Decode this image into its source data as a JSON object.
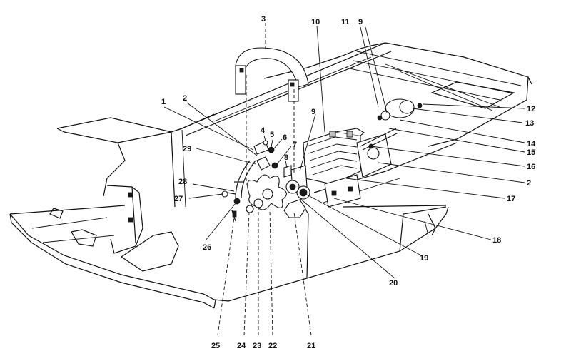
{
  "callouts": [
    {
      "id": "c1",
      "text": "1"
    },
    {
      "id": "c2a",
      "text": "2"
    },
    {
      "id": "c3",
      "text": "3"
    },
    {
      "id": "c4",
      "text": "4"
    },
    {
      "id": "c5",
      "text": "5"
    },
    {
      "id": "c6",
      "text": "6"
    },
    {
      "id": "c7",
      "text": "7"
    },
    {
      "id": "c8",
      "text": "8"
    },
    {
      "id": "c9a",
      "text": "9"
    },
    {
      "id": "c10",
      "text": "10"
    },
    {
      "id": "c11",
      "text": "11"
    },
    {
      "id": "c9b",
      "text": "9"
    },
    {
      "id": "c12",
      "text": "12"
    },
    {
      "id": "c13",
      "text": "13"
    },
    {
      "id": "c14",
      "text": "14"
    },
    {
      "id": "c15",
      "text": "15"
    },
    {
      "id": "c16",
      "text": "16"
    },
    {
      "id": "c2b",
      "text": "2"
    },
    {
      "id": "c17",
      "text": "17"
    },
    {
      "id": "c18",
      "text": "18"
    },
    {
      "id": "c19",
      "text": "19"
    },
    {
      "id": "c20",
      "text": "20"
    },
    {
      "id": "c21",
      "text": "21"
    },
    {
      "id": "c22",
      "text": "22"
    },
    {
      "id": "c23",
      "text": "23"
    },
    {
      "id": "c24",
      "text": "24"
    },
    {
      "id": "c25",
      "text": "25"
    },
    {
      "id": "c26",
      "text": "26"
    },
    {
      "id": "c27",
      "text": "27"
    },
    {
      "id": "c28",
      "text": "28"
    },
    {
      "id": "c29",
      "text": "29"
    }
  ]
}
